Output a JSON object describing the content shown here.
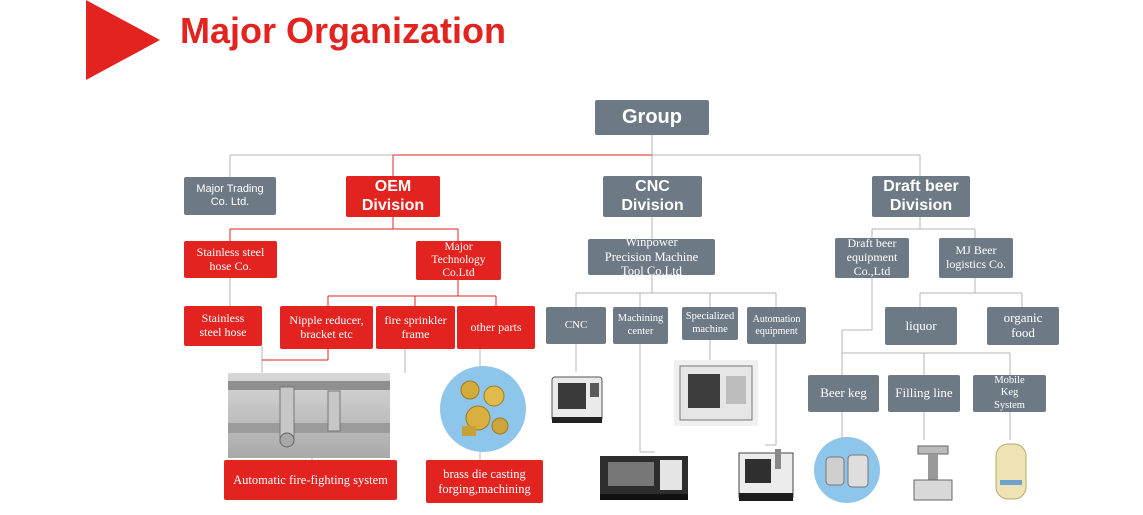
{
  "header": {
    "title": "Major Organization"
  },
  "colors": {
    "accent_red": "#e32320",
    "node_gray": "#6d7a86",
    "line_gray": "#b5b5b5"
  },
  "root": {
    "label": "Group"
  },
  "level1": {
    "trading": "Major Trading\nCo. Ltd.",
    "oem": "OEM\nDivision",
    "cnc": "CNC\nDivision",
    "draft": "Draft beer\nDivision"
  },
  "oem": {
    "stainless_hose_co": "Stainless steel\nhose Co.",
    "major_technology": "Major\nTechnology\nCo.Ltd",
    "stainless_hose": "Stainless\nsteel hose",
    "nipple": "Nipple reducer,\nbracket etc",
    "fire_sprinkler": "fire sprinkler\nframe",
    "other_parts": "other parts",
    "fire_system": "Automatic fire-fighting system",
    "die_casting": "brass die casting\nforging,machining"
  },
  "cnc": {
    "winpower": "Winpower\nPrecision Machine\nTool Co.Ltd",
    "cnc": "CNC",
    "machining_center": "Machining\ncenter",
    "specialized_machine": "Specialized\nmachine",
    "automation": "Automation\nequipment"
  },
  "draft": {
    "draft_equipment": "Draft beer\nequipment\nCo.,Ltd",
    "logistics": "MJ Beer\nlogistics Co.",
    "liquor": "liquor",
    "organic_food": "organic\nfood",
    "beer_keg": "Beer keg",
    "filling_line": "Filling line",
    "mobile_keg": "Mobile\nKeg\nSystem"
  }
}
